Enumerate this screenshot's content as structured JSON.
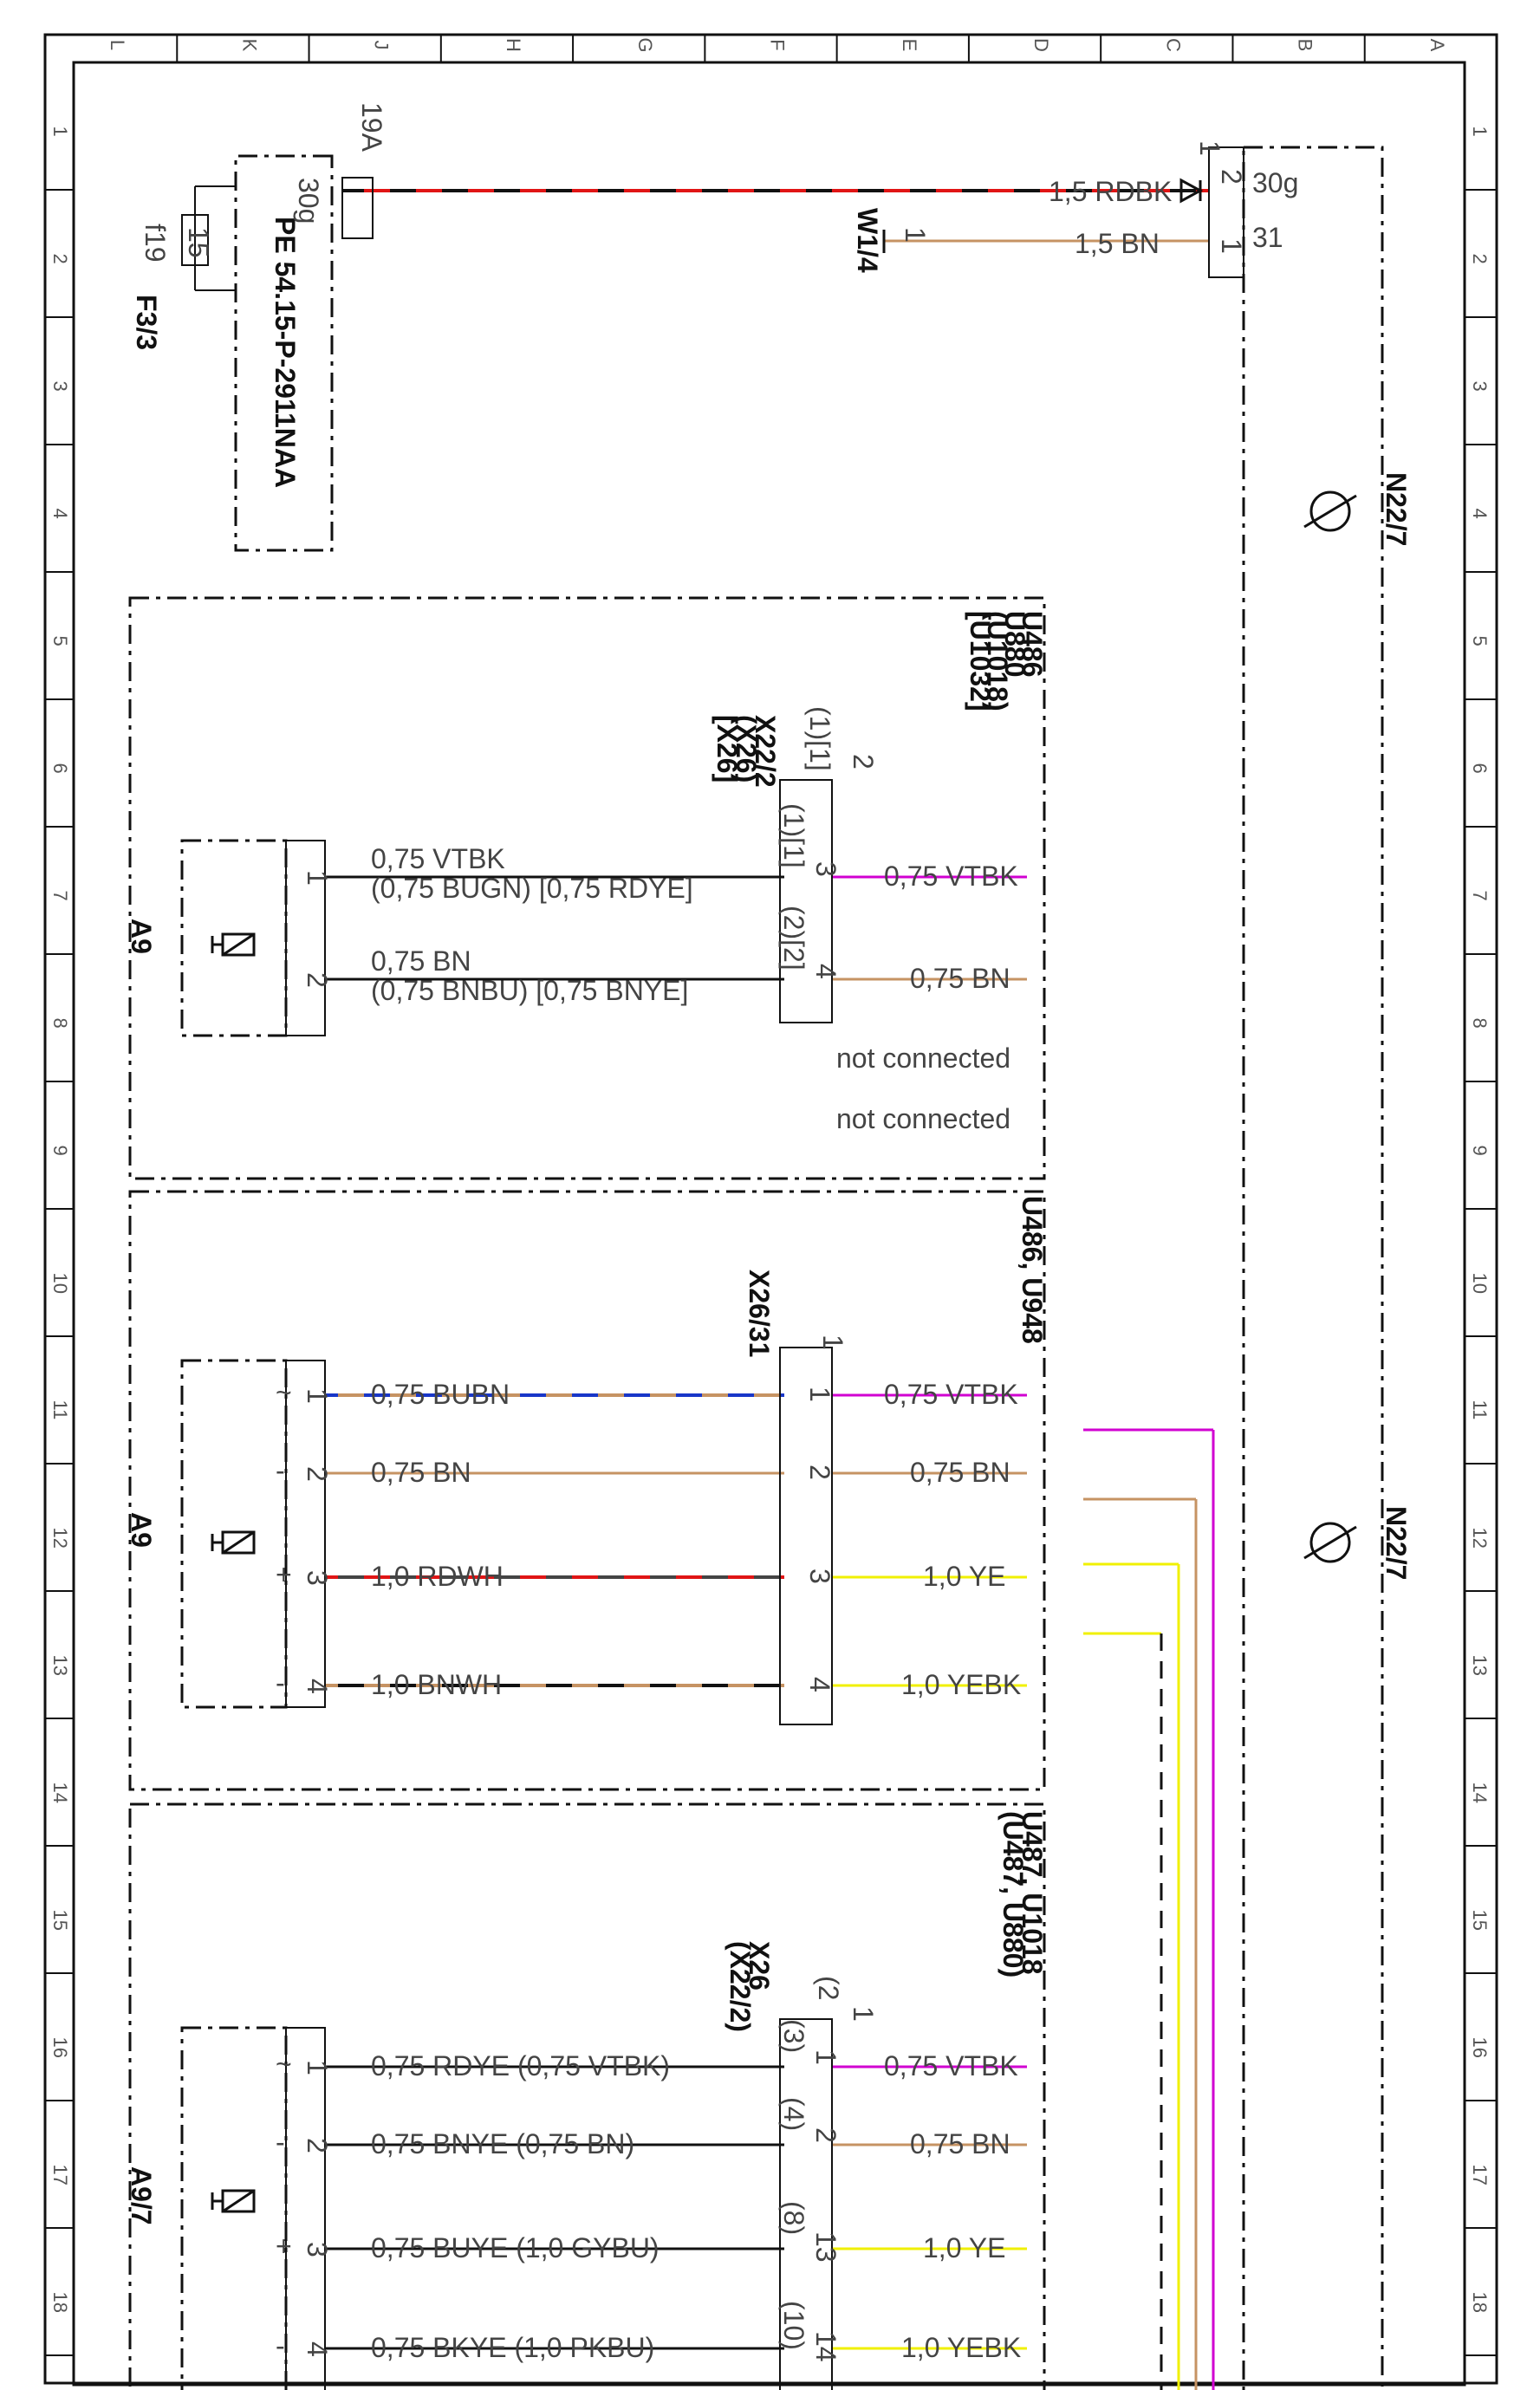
{
  "colors": {
    "RD": "#e01515",
    "BK": "#111111",
    "BN": "#c69363",
    "VT": "#d100d1",
    "BU": "#1836c8",
    "YE": "#f0f000",
    "WH": "#f4f4f4"
  },
  "grid": {
    "columns": [
      "L",
      "K",
      "J",
      "H",
      "G",
      "F",
      "E",
      "D",
      "C",
      "B",
      "A"
    ],
    "rows": [
      "1",
      "2",
      "3",
      "4",
      "5",
      "6",
      "7",
      "8",
      "9",
      "10",
      "11",
      "12",
      "13",
      "14",
      "15",
      "16",
      "17",
      "18"
    ]
  },
  "components": {
    "n22_7": "N22/7",
    "pe_ref": "PE 54.15-P-2911NAA",
    "fuse_block": "F3/3",
    "fuse_id": "f19",
    "fuse_rating": "15",
    "fuse_term": "19A",
    "w1_4": "W1/4",
    "a9": "A9",
    "a9_7": "A9/7",
    "a9_icon": "solenoid-icon",
    "n22_icon": "fan-motor-icon"
  },
  "top_section": {
    "terminals": {
      "fuse": "30g",
      "n22_30g": "30g",
      "n22_31": "31",
      "pin1": "1",
      "pin2": "2",
      "pin1b": "1",
      "w_pin": "1"
    },
    "wires": {
      "w1": {
        "label": "1,5 RDBK",
        "colors": [
          "RD",
          "BK"
        ]
      },
      "w2": {
        "label": "1,5 BN",
        "colors": [
          "BN"
        ]
      }
    }
  },
  "section1": {
    "codes": [
      "U486",
      "U880",
      "(U1018)",
      "[U1032]"
    ],
    "connector": [
      "X22/2",
      "(X26)",
      "[X26]"
    ],
    "connector_top": "(1)[1]",
    "connector_top_num": "2",
    "pins": [
      "1",
      "2"
    ],
    "conn_pins": [
      {
        "prefix": "(1)[1]",
        "num": "3"
      },
      {
        "prefix": "(2)[2]",
        "num": "4"
      }
    ],
    "left_labels": [
      {
        "l1": "0,75 VTBK",
        "l2": "(0,75 BUGN) [0,75 RDYE]"
      },
      {
        "l1": "0,75 BN",
        "l2": "(0,75 BNBU) [0,75 BNYE]"
      }
    ],
    "right_labels": [
      "0,75 VTBK",
      "0,75 BN"
    ],
    "not_connected": [
      "not connected",
      "not connected"
    ]
  },
  "section2": {
    "codes": [
      "U486, U948"
    ],
    "connector": "X26/31",
    "connector_top_num": "1",
    "pins": [
      "1",
      "2",
      "3",
      "4"
    ],
    "polarity": [
      "~",
      "-",
      "+",
      "-"
    ],
    "conn_pins": [
      "1",
      "2",
      "3",
      "4"
    ],
    "left_labels": [
      "0,75 BUBN",
      "0,75 BN",
      "1,0 RDWH",
      "1,0 BNWH"
    ],
    "right_labels": [
      "0,75 VTBK",
      "0,75 BN",
      "1,0 YE",
      "1,0 YEBK"
    ]
  },
  "section3": {
    "codes": [
      "U487, U1018",
      "(U487, U880)"
    ],
    "connector": [
      "X26",
      "(X22/2)"
    ],
    "connector_top": "(2",
    "connector_top_num": "1",
    "pins": [
      "1",
      "2",
      "3",
      "4"
    ],
    "polarity": [
      "~",
      "-",
      "+",
      "-"
    ],
    "conn_pins": [
      {
        "prefix": "(3)",
        "num": "1"
      },
      {
        "prefix": "(4)",
        "num": "2"
      },
      {
        "prefix": "(8)",
        "num": "13"
      },
      {
        "prefix": "(10)",
        "num": "14"
      }
    ],
    "left_labels": [
      "0,75 RDYE (0,75 VTBK)",
      "0,75 BNYE (0,75 BN)",
      "0,75 BUYE (1,0 GYBU)",
      "0,75 BKYE (1,0 PKBU)"
    ],
    "right_labels": [
      "0,75 VTBK",
      "0,75 BN",
      "1,0 YE",
      "1,0 YEBK"
    ]
  }
}
